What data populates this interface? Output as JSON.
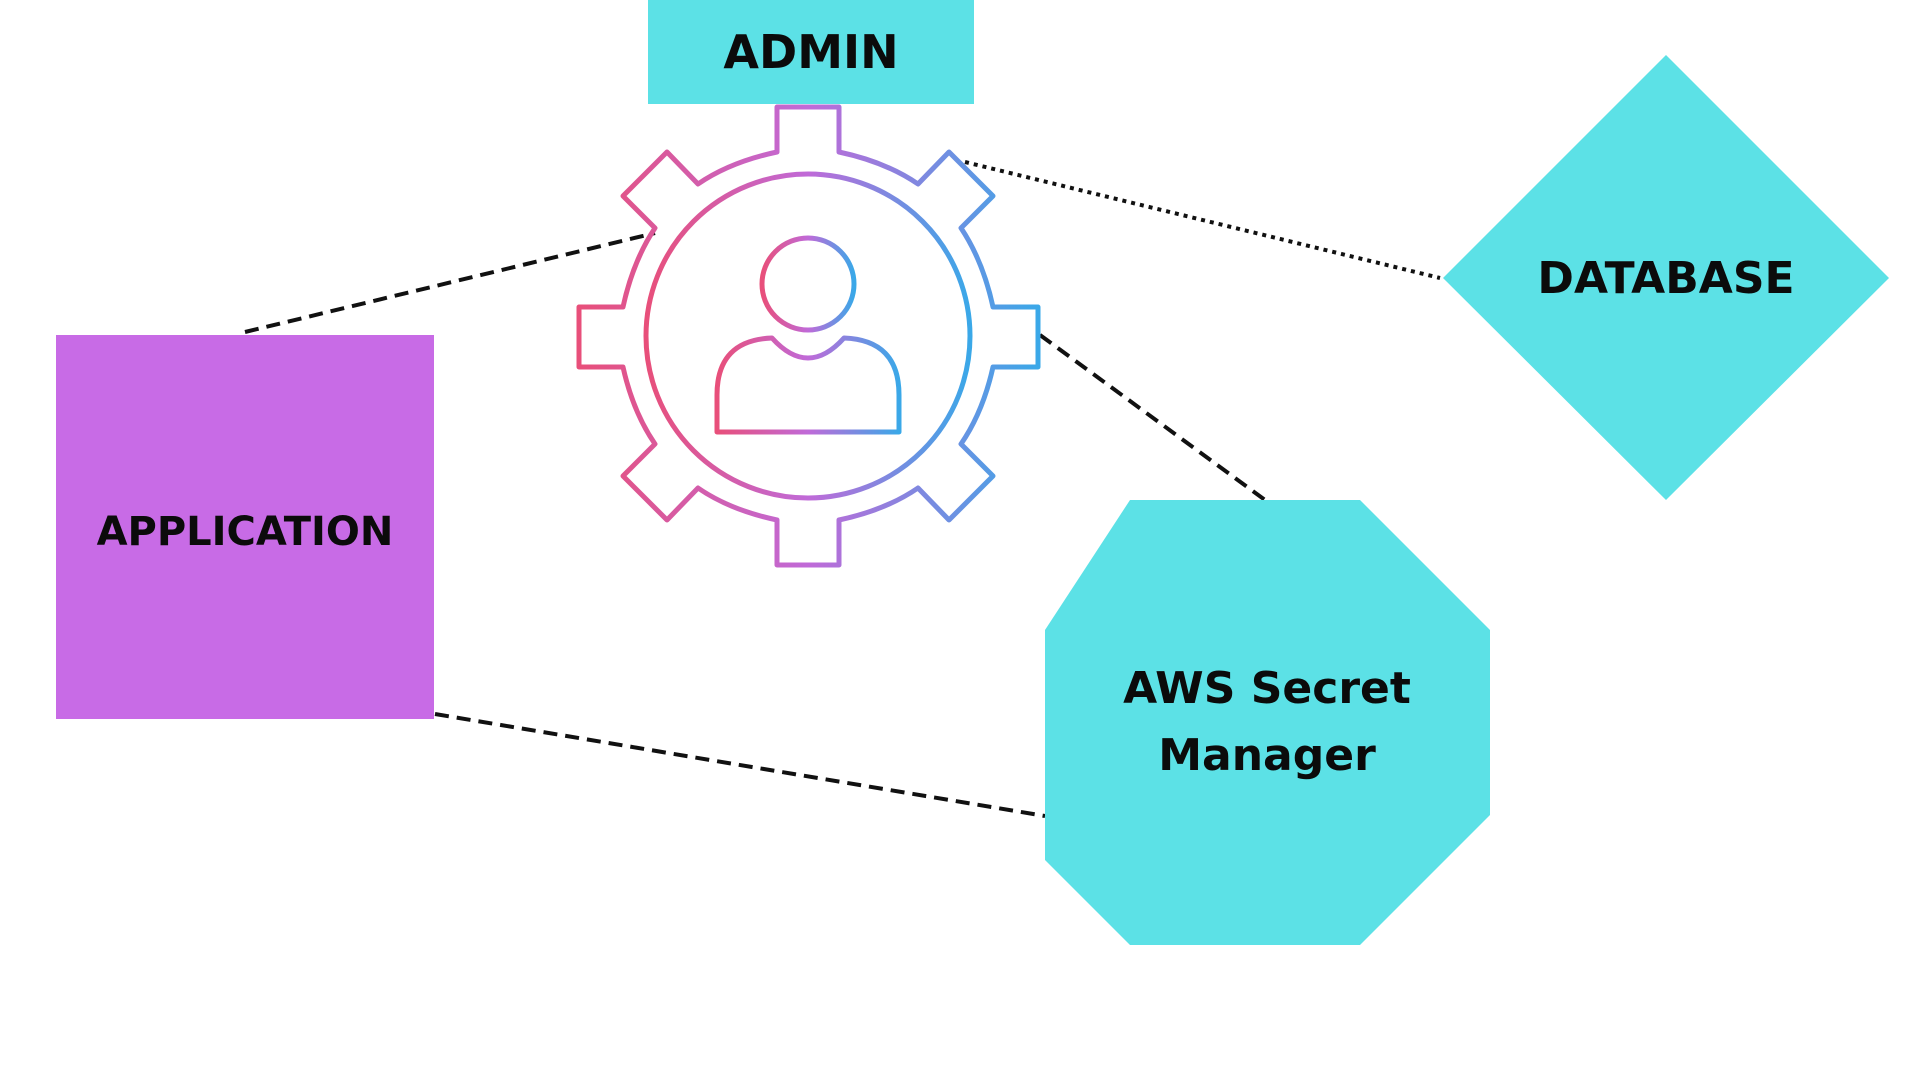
{
  "diagram": {
    "nodes": {
      "admin": {
        "label": "ADMIN",
        "shape": "rectangle",
        "color": "#5ce1e6"
      },
      "application": {
        "label": "APPLICATION",
        "shape": "square",
        "color": "#c86be6"
      },
      "database": {
        "label": "DATABASE",
        "shape": "diamond",
        "color": "#5ce1e6"
      },
      "secret_manager": {
        "label_line1": "AWS Secret",
        "label_line2": "Manager",
        "shape": "octagon",
        "color": "#5ce1e6"
      }
    },
    "icon": {
      "name": "admin-gear-user-icon",
      "gradient_start": "#e84f7a",
      "gradient_mid": "#c06ad8",
      "gradient_end": "#3aa8e8"
    },
    "edges": [
      {
        "from": "admin",
        "to": "application",
        "style": "dashed"
      },
      {
        "from": "admin",
        "to": "database",
        "style": "dotted"
      },
      {
        "from": "admin",
        "to": "secret_manager",
        "style": "dashed"
      },
      {
        "from": "application",
        "to": "secret_manager",
        "style": "dashed"
      }
    ]
  }
}
